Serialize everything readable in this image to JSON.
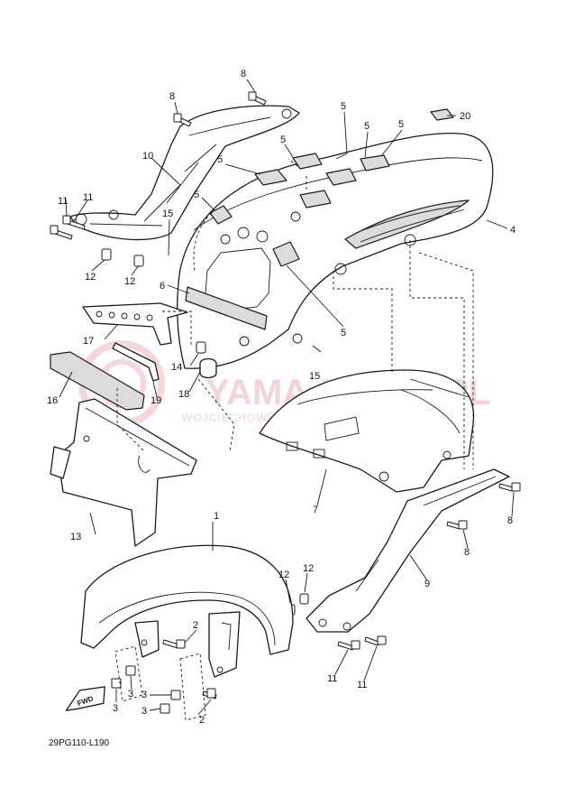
{
  "diagram": {
    "reference_code": "29PG110-L190",
    "direction_badge": "FWD",
    "watermark": {
      "main": "YAMA-ZIGOR.PL",
      "sub": "WOJCIECHOWSKI ZBIGNIEW GOR YAMAHA"
    },
    "callouts": {
      "c1": "1",
      "c2a": "2",
      "c2b": "2",
      "c3a": "3",
      "c3b": "3",
      "c3c": "3",
      "c3d": "3",
      "c4": "4",
      "c5a": "5",
      "c5b": "5",
      "c5c": "5",
      "c5d": "5",
      "c5e": "5",
      "c5f": "5",
      "c5g": "5",
      "c6": "6",
      "c7": "7",
      "c8a": "8",
      "c8b": "8",
      "c8c": "8",
      "c8d": "8",
      "c9": "9",
      "c10": "10",
      "c11a": "11",
      "c11b": "11",
      "c11c": "11",
      "c11d": "11",
      "c12a": "12",
      "c12b": "12",
      "c12c": "12",
      "c12d": "12",
      "c13": "13",
      "c14": "14",
      "c15a": "15",
      "c15b": "15",
      "c16": "16",
      "c17": "17",
      "c18": "18",
      "c19": "19",
      "c20": "20"
    }
  }
}
